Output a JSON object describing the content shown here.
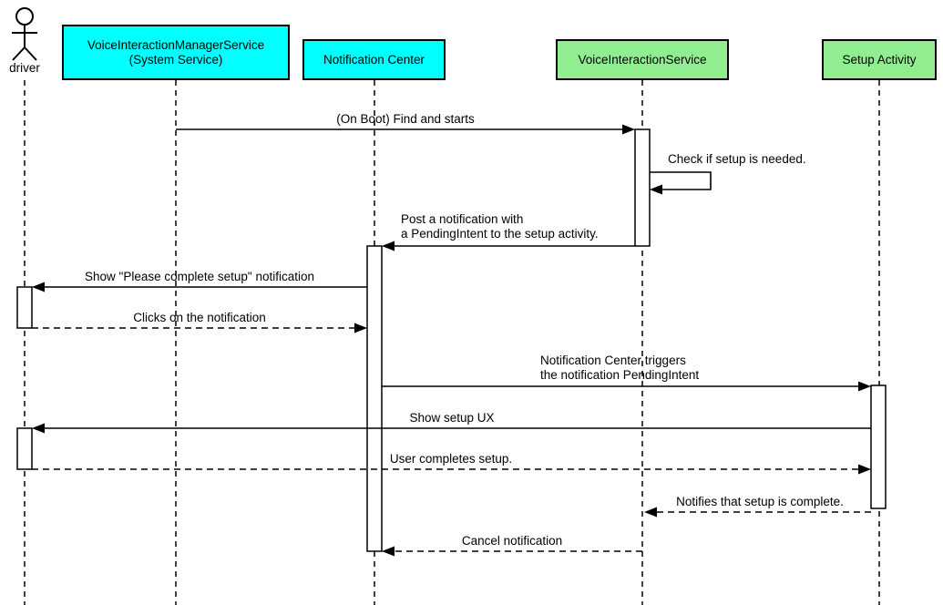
{
  "diagram": {
    "kind": "uml-sequence-diagram",
    "background": "#FFFFFF",
    "line_color": "#000000",
    "actor": {
      "label": "driver"
    },
    "participants": [
      {
        "label": "VoiceInteractionManagerService\n(System Service)",
        "fill": "#00FFFF"
      },
      {
        "label": "Notification Center",
        "fill": "#00FFFF"
      },
      {
        "label": "VoiceInteractionService",
        "fill": "#90EE90"
      },
      {
        "label": "Setup Activity",
        "fill": "#90EE90"
      }
    ],
    "messages": [
      {
        "text": "(On Boot) Find and starts",
        "from": "VoiceInteractionManagerService (System Service)",
        "to": "VoiceInteractionService",
        "line": "solid"
      },
      {
        "text": "Check if setup is needed.",
        "from": "VoiceInteractionService",
        "to": "VoiceInteractionService",
        "line": "solid-self"
      },
      {
        "text": "Post a notification with\na PendingIntent to the setup activity.",
        "from": "VoiceInteractionService",
        "to": "Notification Center",
        "line": "solid"
      },
      {
        "text": "Show \"Please complete setup\" notification",
        "from": "Notification Center",
        "to": "driver",
        "line": "solid"
      },
      {
        "text": "Clicks on the notification",
        "from": "driver",
        "to": "Notification Center",
        "line": "dashed"
      },
      {
        "text": "Notification Center triggers\nthe notification PendingIntent",
        "from": "Notification Center",
        "to": "Setup Activity",
        "line": "solid"
      },
      {
        "text": "Show setup UX",
        "from": "Setup Activity",
        "to": "driver",
        "line": "solid"
      },
      {
        "text": "User completes setup.",
        "from": "driver",
        "to": "Setup Activity",
        "line": "dashed"
      },
      {
        "text": "Notifies that setup is complete.",
        "from": "Setup Activity",
        "to": "VoiceInteractionService",
        "line": "dashed"
      },
      {
        "text": "Cancel notification",
        "from": "VoiceInteractionService",
        "to": "Notification Center",
        "line": "dashed"
      }
    ]
  }
}
